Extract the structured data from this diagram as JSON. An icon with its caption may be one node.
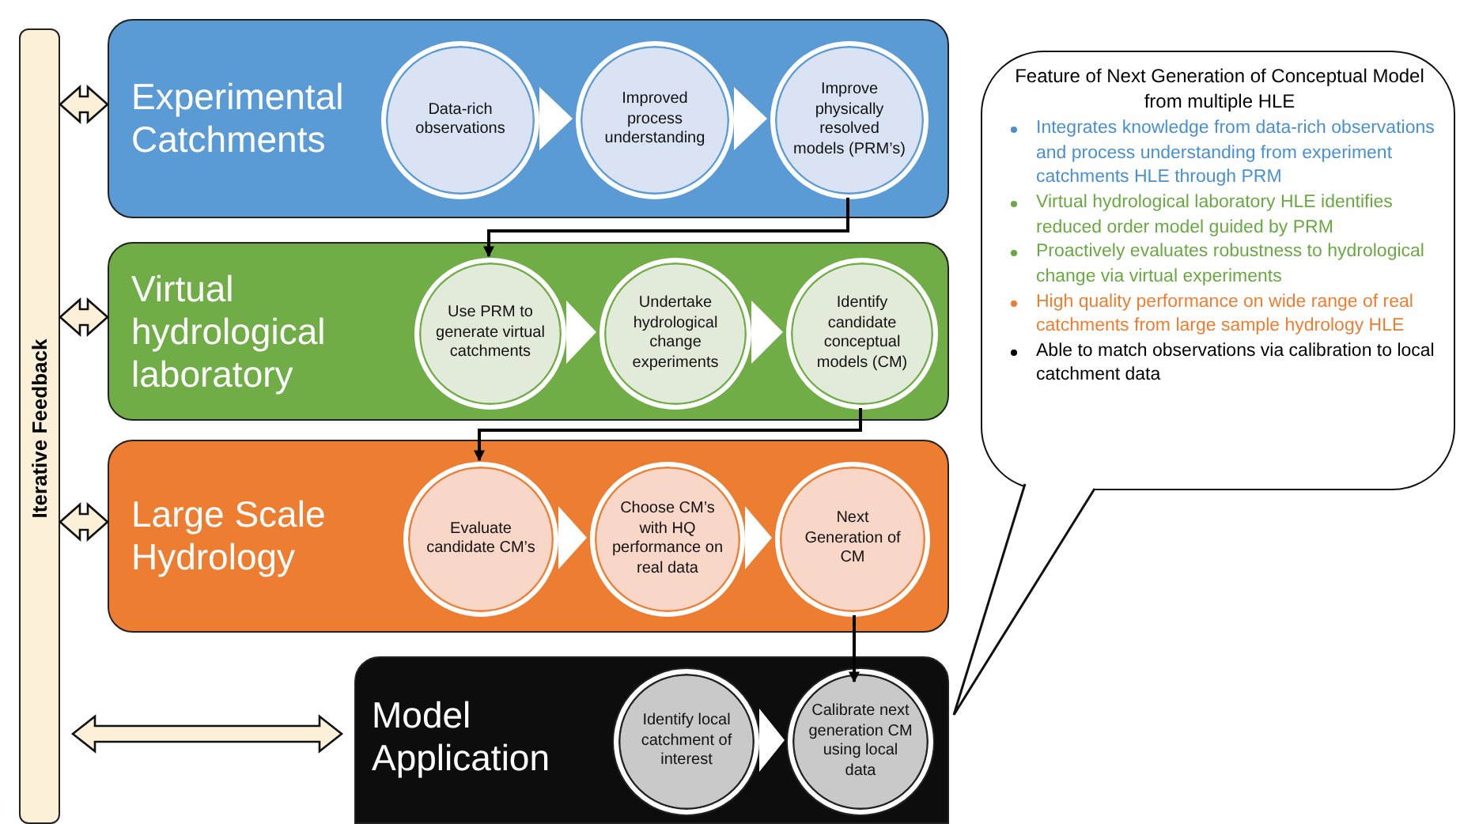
{
  "diagram": {
    "nodes": [
      {
        "text": [
          "Iterative Feedback"
        ]
      },
      {
        "text": [
          "Experimental Catchments"
        ]
      },
      {
        "text": [
          "Data-rich observations"
        ],
        "in": 1
      },
      {
        "text": [
          "Improved process understanding"
        ],
        "in": 1
      },
      {
        "text": [
          "Improve physically resolved models (PRM’s)"
        ],
        "in": 1
      },
      {
        "text": [
          "Virtual hydrological laboratory"
        ]
      },
      {
        "text": [
          "Use PRM to generate virtual catchments"
        ],
        "in": 5
      },
      {
        "text": [
          "Undertake hydrological change experiments"
        ],
        "in": 5
      },
      {
        "text": [
          "Identify candidate conceptual models (CM)"
        ],
        "in": 5
      },
      {
        "text": [
          "Large Scale Hydrology"
        ]
      },
      {
        "text": [
          "Evaluate candidate CM’s"
        ],
        "in": 9
      },
      {
        "text": [
          "Choose CM’s with HQ performance on real data"
        ],
        "in": 9
      },
      {
        "text": [
          "Next Generation of CM"
        ],
        "in": 9
      },
      {
        "text": [
          "Model Application"
        ]
      },
      {
        "text": [
          "Identify local catchment of interest"
        ],
        "in": 13
      },
      {
        "text": [
          "Calibrate next generation CM using local data"
        ],
        "in": 13
      },
      {
        "text": [
          "Feature of Next Generation of Conceptual Model from multiple HLE",
          "Integrates knowledge from data-rich observations and process understanding from experiment catchments HLE through PRM",
          "Virtual hydrological laboratory HLE identifies reduced order model guided by PRM",
          "Proactively evaluates robustness to hydrological change via virtual experiments",
          "High quality performance on wide range of real catchments from large sample hydrology HLE",
          "Able to match observations via calibration to local catchment data"
        ]
      }
    ],
    "edges": [
      {
        "from": 0,
        "to": 1,
        "arrow": "both"
      },
      {
        "from": 0,
        "to": 5,
        "arrow": "both"
      },
      {
        "from": 0,
        "to": 9,
        "arrow": "both"
      },
      {
        "from": 0,
        "to": 13,
        "arrow": "both"
      },
      {
        "from": 2,
        "to": 3,
        "arrow": "to"
      },
      {
        "from": 3,
        "to": 4,
        "arrow": "to"
      },
      {
        "from": 4,
        "to": 6,
        "arrow": "to"
      },
      {
        "from": 6,
        "to": 7,
        "arrow": "to"
      },
      {
        "from": 7,
        "to": 8,
        "arrow": "to"
      },
      {
        "from": 8,
        "to": 10,
        "arrow": "to"
      },
      {
        "from": 10,
        "to": 11,
        "arrow": "to"
      },
      {
        "from": 11,
        "to": 12,
        "arrow": "to"
      },
      {
        "from": 12,
        "to": 15,
        "arrow": "to"
      },
      {
        "from": 14,
        "to": 15,
        "arrow": "to"
      }
    ]
  }
}
